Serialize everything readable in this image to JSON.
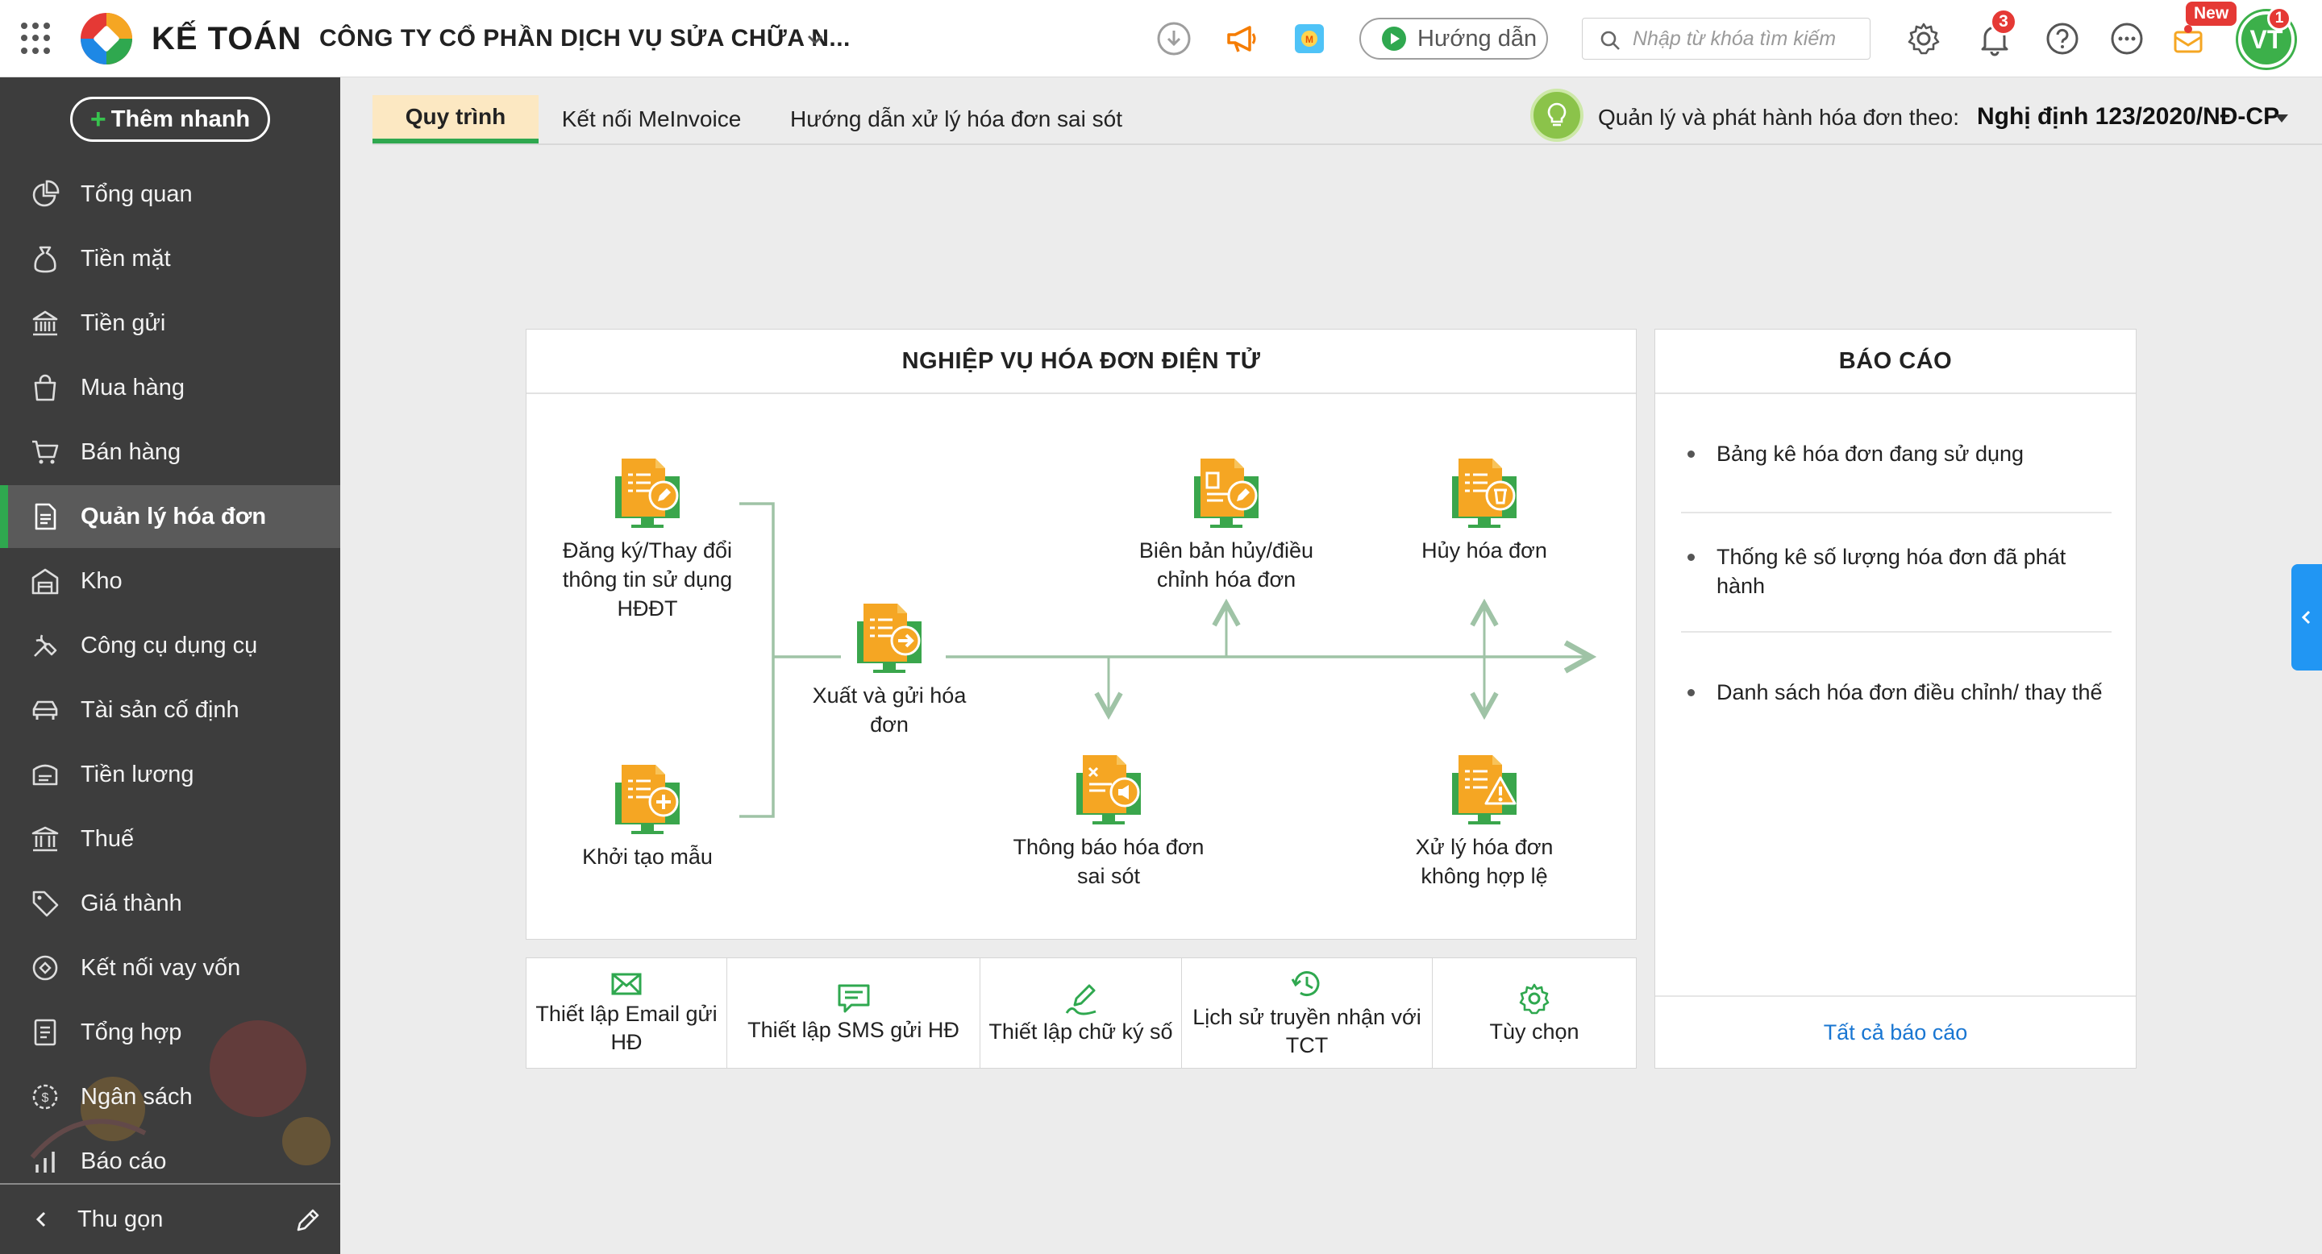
{
  "header": {
    "product_name": "KẾ TOÁN",
    "company_name": "CÔNG TY CỔ PHẦN DỊCH VỤ SỬA CHỮA N...",
    "guide_label": "Hướng dẫn",
    "search_placeholder": "Nhập từ khóa tìm kiếm",
    "notification_count": "3",
    "new_badge": "New",
    "avatar_initials": "VT",
    "avatar_badge": "1"
  },
  "sidebar": {
    "quick_add_label": "Thêm nhanh",
    "items": [
      {
        "label": "Tổng quan",
        "icon": "pie-chart-icon"
      },
      {
        "label": "Tiền mặt",
        "icon": "money-bag-icon"
      },
      {
        "label": "Tiền gửi",
        "icon": "bank-icon"
      },
      {
        "label": "Mua hàng",
        "icon": "shopping-bag-icon"
      },
      {
        "label": "Bán hàng",
        "icon": "cart-icon"
      },
      {
        "label": "Quản lý hóa đơn",
        "icon": "invoice-icon",
        "active": true
      },
      {
        "label": "Kho",
        "icon": "warehouse-icon"
      },
      {
        "label": "Công cụ dụng cụ",
        "icon": "tools-icon"
      },
      {
        "label": "Tài sản cố định",
        "icon": "car-icon"
      },
      {
        "label": "Tiền lương",
        "icon": "payroll-icon"
      },
      {
        "label": "Thuế",
        "icon": "tax-building-icon"
      },
      {
        "label": "Giá thành",
        "icon": "price-tag-icon"
      },
      {
        "label": "Kết nối vay vốn",
        "icon": "loan-icon"
      },
      {
        "label": "Tổng hợp",
        "icon": "ledger-icon"
      },
      {
        "label": "Ngân sách",
        "icon": "budget-icon"
      },
      {
        "label": "Báo cáo",
        "icon": "bar-chart-icon"
      }
    ],
    "collapse_label": "Thu gọn"
  },
  "tabs": [
    {
      "label": "Quy trình",
      "active": true
    },
    {
      "label": "Kết nối MeInvoice"
    },
    {
      "label": "Hướng dẫn xử lý hóa đơn sai sót"
    }
  ],
  "decree": {
    "prefix": "Quản lý và phát hành hóa đơn theo:",
    "value": "Nghị định 123/2020/NĐ-CP"
  },
  "process": {
    "title": "NGHIỆP VỤ HÓA ĐƠN ĐIỆN TỬ",
    "nodes": {
      "register": "Đăng ký/Thay đổi thông tin sử dụng HĐĐT",
      "template": "Khởi tạo mẫu",
      "issue": "Xuất và gửi hóa đơn",
      "adjust": "Biên bản hủy/điều chỉnh hóa đơn",
      "cancel": "Hủy hóa đơn",
      "error_notice": "Thông báo hóa đơn sai sót",
      "invalid": "Xử lý hóa đơn không hợp lệ"
    }
  },
  "actions": [
    {
      "label": "Thiết lập Email gửi HĐ",
      "icon": "email-icon"
    },
    {
      "label": "Thiết lập SMS gửi HĐ",
      "icon": "sms-icon"
    },
    {
      "label": "Thiết lập chữ ký số",
      "icon": "signature-icon"
    },
    {
      "label": "Lịch sử truyền nhận với TCT",
      "icon": "history-icon"
    },
    {
      "label": "Tùy chọn",
      "icon": "gear-icon"
    }
  ],
  "reports": {
    "title": "BÁO CÁO",
    "items": [
      "Bảng kê hóa đơn đang sử dụng",
      "Thống kê số lượng hóa đơn đã phát hành",
      "Danh sách hóa đơn điều chỉnh/ thay thế"
    ],
    "all_label": "Tất cả báo cáo"
  },
  "colors": {
    "accent_green": "#2fa84f",
    "sidebar_bg": "#3d3d3d",
    "tab_active_bg": "#fce8c2",
    "icon_orange": "#f5a623",
    "link_blue": "#1976d2"
  }
}
